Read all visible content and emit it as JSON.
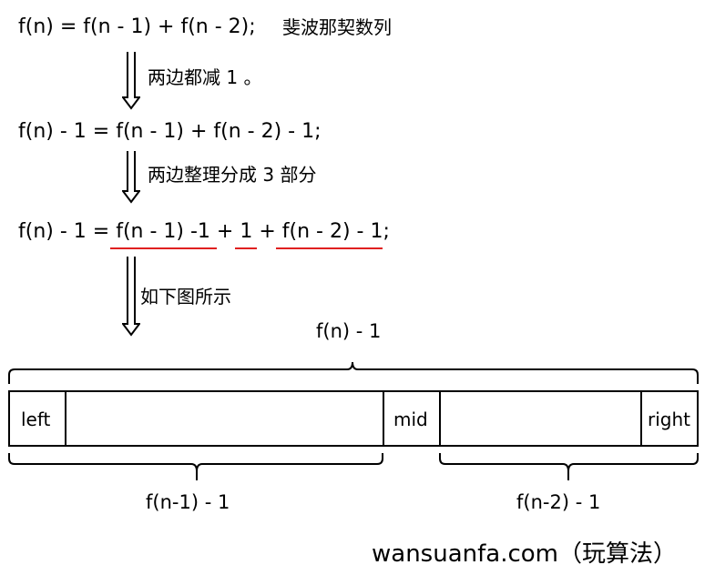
{
  "equations": {
    "line1": "f(n) = f(n - 1) + f(n - 2);",
    "line1_note": "斐波那契数列",
    "step1_note": "两边都减 1 。",
    "line2": "f(n) - 1 = f(n - 1) + f(n - 2) - 1;",
    "step2_note": "两边整理分成 3 部分",
    "line3_lhs": "f(n) - 1 = ",
    "line3_part1": "f(n - 1) -1",
    "line3_plus1": " + ",
    "line3_part2": "1",
    "line3_plus2": " + ",
    "line3_part3": "f(n - 2) - 1",
    "line3_end": ";",
    "step3_note": "如下图所示"
  },
  "diagram": {
    "top_label": "f(n) - 1",
    "cells": {
      "left": "left",
      "mid": "mid",
      "right": "right"
    },
    "bottom_left_label": "f(n-1) - 1",
    "bottom_right_label": "f(n-2) - 1"
  },
  "watermark": "wansuanfa.com（玩算法）",
  "colors": {
    "underline": "#e02020",
    "stroke": "#000000"
  }
}
